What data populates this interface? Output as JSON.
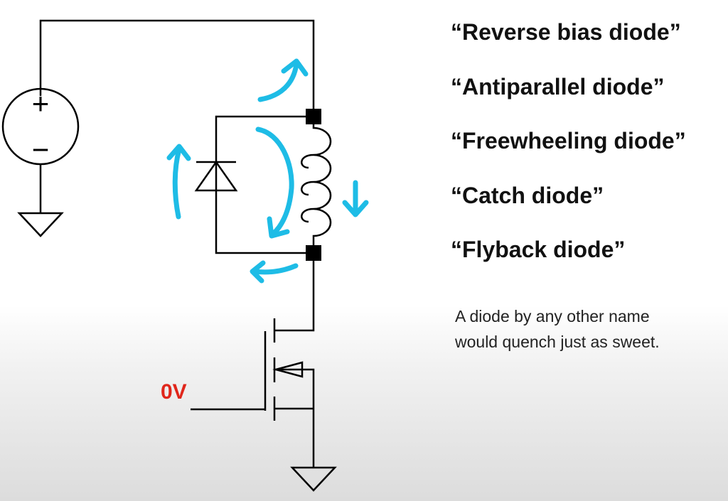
{
  "diagram": {
    "gate_label": "0V",
    "gate_label_color": "#e0261b",
    "arrow_color": "#1ebce6",
    "wire_color": "#000000",
    "supply_plus": "+",
    "supply_minus": "−"
  },
  "names": [
    "“Reverse bias diode”",
    "“Antiparallel diode”",
    "“Freewheeling diode”",
    "“Catch diode”",
    "“Flyback diode”"
  ],
  "caption": {
    "line1": "A diode by any other name",
    "line2": "would quench just as sweet."
  }
}
